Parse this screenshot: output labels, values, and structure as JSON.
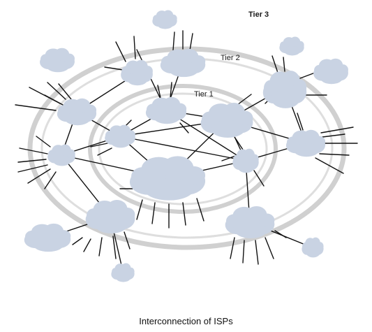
{
  "diagram": {
    "tier_labels": {
      "tier1": "Tier 1",
      "tier2": "Tier 2",
      "tier3": "Tier 3"
    },
    "caption": "Interconnection of ISPs",
    "colors": {
      "cloud_fill": "#c9d3e3",
      "ring_stroke": "#d0d0d0",
      "link_stroke": "#111111"
    }
  }
}
